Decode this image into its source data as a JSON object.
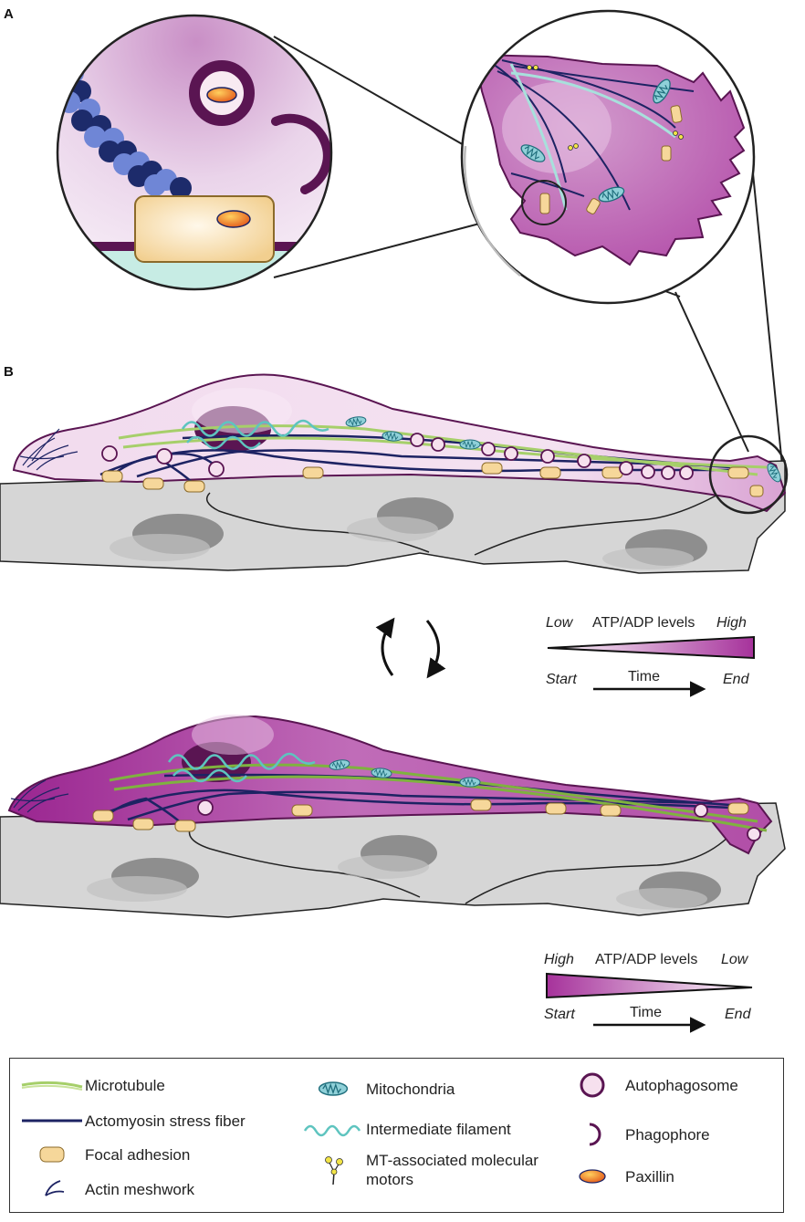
{
  "panels": {
    "a": "A",
    "b": "B"
  },
  "gradient_top": {
    "left_label": "Low",
    "center_label": "ATP/ADP levels",
    "right_label": "High",
    "time_start": "Start",
    "time_label": "Time",
    "time_end": "End"
  },
  "gradient_bottom": {
    "left_label": "High",
    "center_label": "ATP/ADP levels",
    "right_label": "Low",
    "time_start": "Start",
    "time_label": "Time",
    "time_end": "End"
  },
  "legend": {
    "microtubule": "Microtubule",
    "stress_fiber": "Actomyosin stress fiber",
    "focal_adhesion": "Focal adhesion",
    "actin_meshwork": "Actin meshwork",
    "mitochondria": "Mitochondria",
    "intermediate_filament": "Intermediate filament",
    "mt_motors": "MT-associated molecular motors",
    "autophagosome": "Autophagosome",
    "phagophore": "Phagophore",
    "paxillin": "Paxillin"
  },
  "colors": {
    "microtubule": "#a6cf6a",
    "stress_fiber": "#1d2363",
    "focal_adhesion": "#f6d79a",
    "mitochondria": "#3fa3b1",
    "intermediate_filament": "#5ec4bf",
    "autophagosome": "#5a1552",
    "paxillin": "#ee7321",
    "cell_high": "#a22d97",
    "cell_low": "#f4dcef",
    "substrate": "#d6d6d6"
  }
}
